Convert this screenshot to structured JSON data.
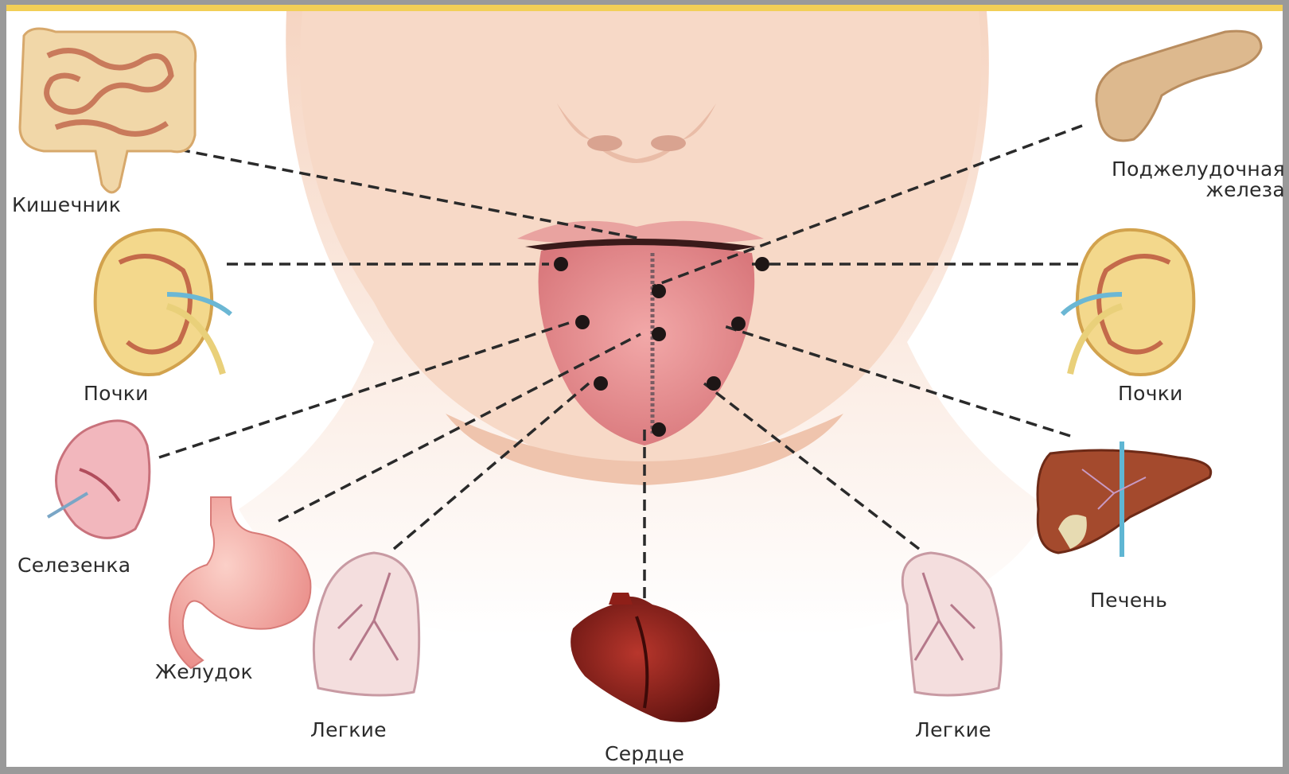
{
  "colors": {
    "frame": "#9a9a9a",
    "background": "#ffffff",
    "accent_bar": "#f2cf57",
    "skin": "#f6d5c2",
    "tongue": "#e58f92",
    "guide_line": "#2a2a2a",
    "zone_point": "#1e1616",
    "label_text": "#2b2b2b"
  },
  "zones": [
    {
      "name": "intestine",
      "organ": "Кишечник",
      "icon": "intestine-icon"
    },
    {
      "name": "kidneys-left",
      "organ": "Почки",
      "icon": "kidney-icon"
    },
    {
      "name": "spleen",
      "organ": "Селезенка",
      "icon": "spleen-icon"
    },
    {
      "name": "stomach",
      "organ": "Желудок",
      "icon": "stomach-icon"
    },
    {
      "name": "lungs-left",
      "organ": "Легкие",
      "icon": "lung-icon"
    },
    {
      "name": "heart",
      "organ": "Сердце",
      "icon": "heart-icon"
    },
    {
      "name": "lungs-right",
      "organ": "Легкие",
      "icon": "lung-icon"
    },
    {
      "name": "liver",
      "organ": "Печень",
      "icon": "liver-icon"
    },
    {
      "name": "kidneys-right",
      "organ": "Почки",
      "icon": "kidney-icon"
    },
    {
      "name": "pancreas",
      "organ_line1": "Поджелудочная",
      "organ_line2": "железа",
      "icon": "pancreas-icon"
    }
  ]
}
